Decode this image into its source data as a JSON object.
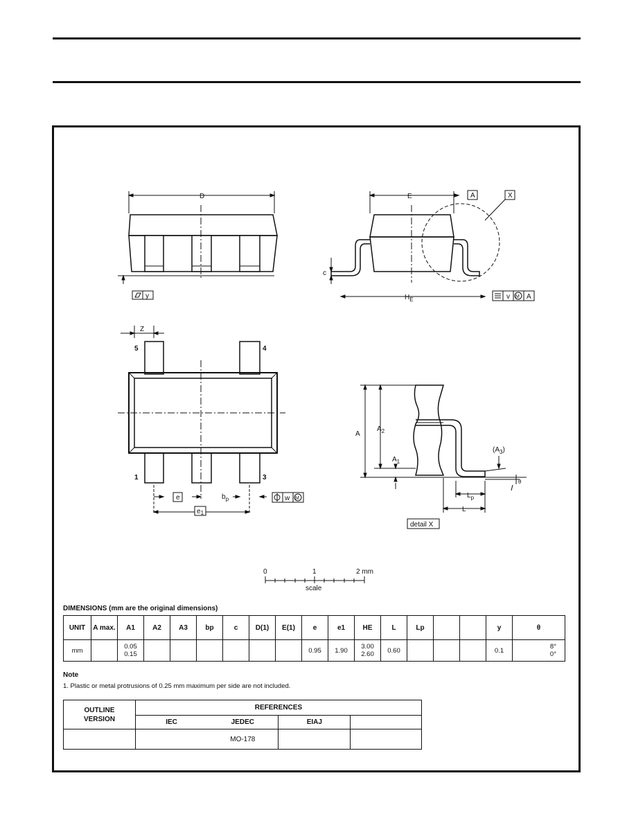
{
  "drawing": {
    "top_view": {
      "label_d": "D",
      "label_y": "y"
    },
    "side_view": {
      "label_e": "E",
      "label_a": "A",
      "label_x": "X",
      "label_c": "c",
      "label_he": "H",
      "label_he_sub": "E",
      "tol_v": "v",
      "tol_m": "M",
      "tol_a": "A"
    },
    "footprint": {
      "label_z": "Z",
      "pin5": "5",
      "pin4": "4",
      "pin1": "1",
      "pin3": "3",
      "label_e_box": "e",
      "label_bp": "b",
      "label_bp_sub": "p",
      "label_e1": "e",
      "label_e1_sub": "1",
      "tol_w": "w",
      "tol_m": "M"
    },
    "detail": {
      "label_a": "A",
      "label_a2": "A",
      "label_a2_sub": "2",
      "label_a1": "A",
      "label_a1_sub": "1",
      "label_a3": "(A",
      "label_a3_sub": "3",
      "label_a3_close": ")",
      "label_lp": "L",
      "label_lp_sub": "p",
      "label_l": "L",
      "label_theta": "θ",
      "detail_caption": "detail X"
    },
    "scale": {
      "tick0": "0",
      "tick1": "1",
      "tick2": "2 mm",
      "caption": "scale"
    }
  },
  "dimensions": {
    "title": "DIMENSIONS (mm are the original dimensions)",
    "headers": [
      "UNIT",
      "A max.",
      "A1",
      "A2",
      "A3",
      "bp",
      "c",
      "D(1)",
      "E(1)",
      "e",
      "e1",
      "HE",
      "L",
      "Lp",
      "",
      "",
      "y",
      "θ"
    ],
    "row": {
      "unit": "mm",
      "a_max": "",
      "a1_top": "0.05",
      "a1_bottom": "0.15",
      "a2": "",
      "a3": "",
      "bp": "",
      "c": "",
      "d": "",
      "e_dim": "",
      "e": "0.95",
      "e1": "1.90",
      "he_top": "3.00",
      "he_bottom": "2.60",
      "l": "0.60",
      "lp": "",
      "blank1": "",
      "blank2": "",
      "y": "0.1",
      "theta_top": "8°",
      "theta_bottom": "0°"
    }
  },
  "note": {
    "heading": "Note",
    "line1": "1. Plastic or metal protrusions of 0.25 mm maximum per side are not included."
  },
  "references": {
    "outline_version": "OUTLINE VERSION",
    "references": "REFERENCES",
    "iec": "IEC",
    "jedec": "JEDEC",
    "eiaj": "EIAJ",
    "row": {
      "outline": "",
      "iec": "",
      "jedec": "MO-178",
      "eiaj": "",
      "extra": ""
    }
  }
}
